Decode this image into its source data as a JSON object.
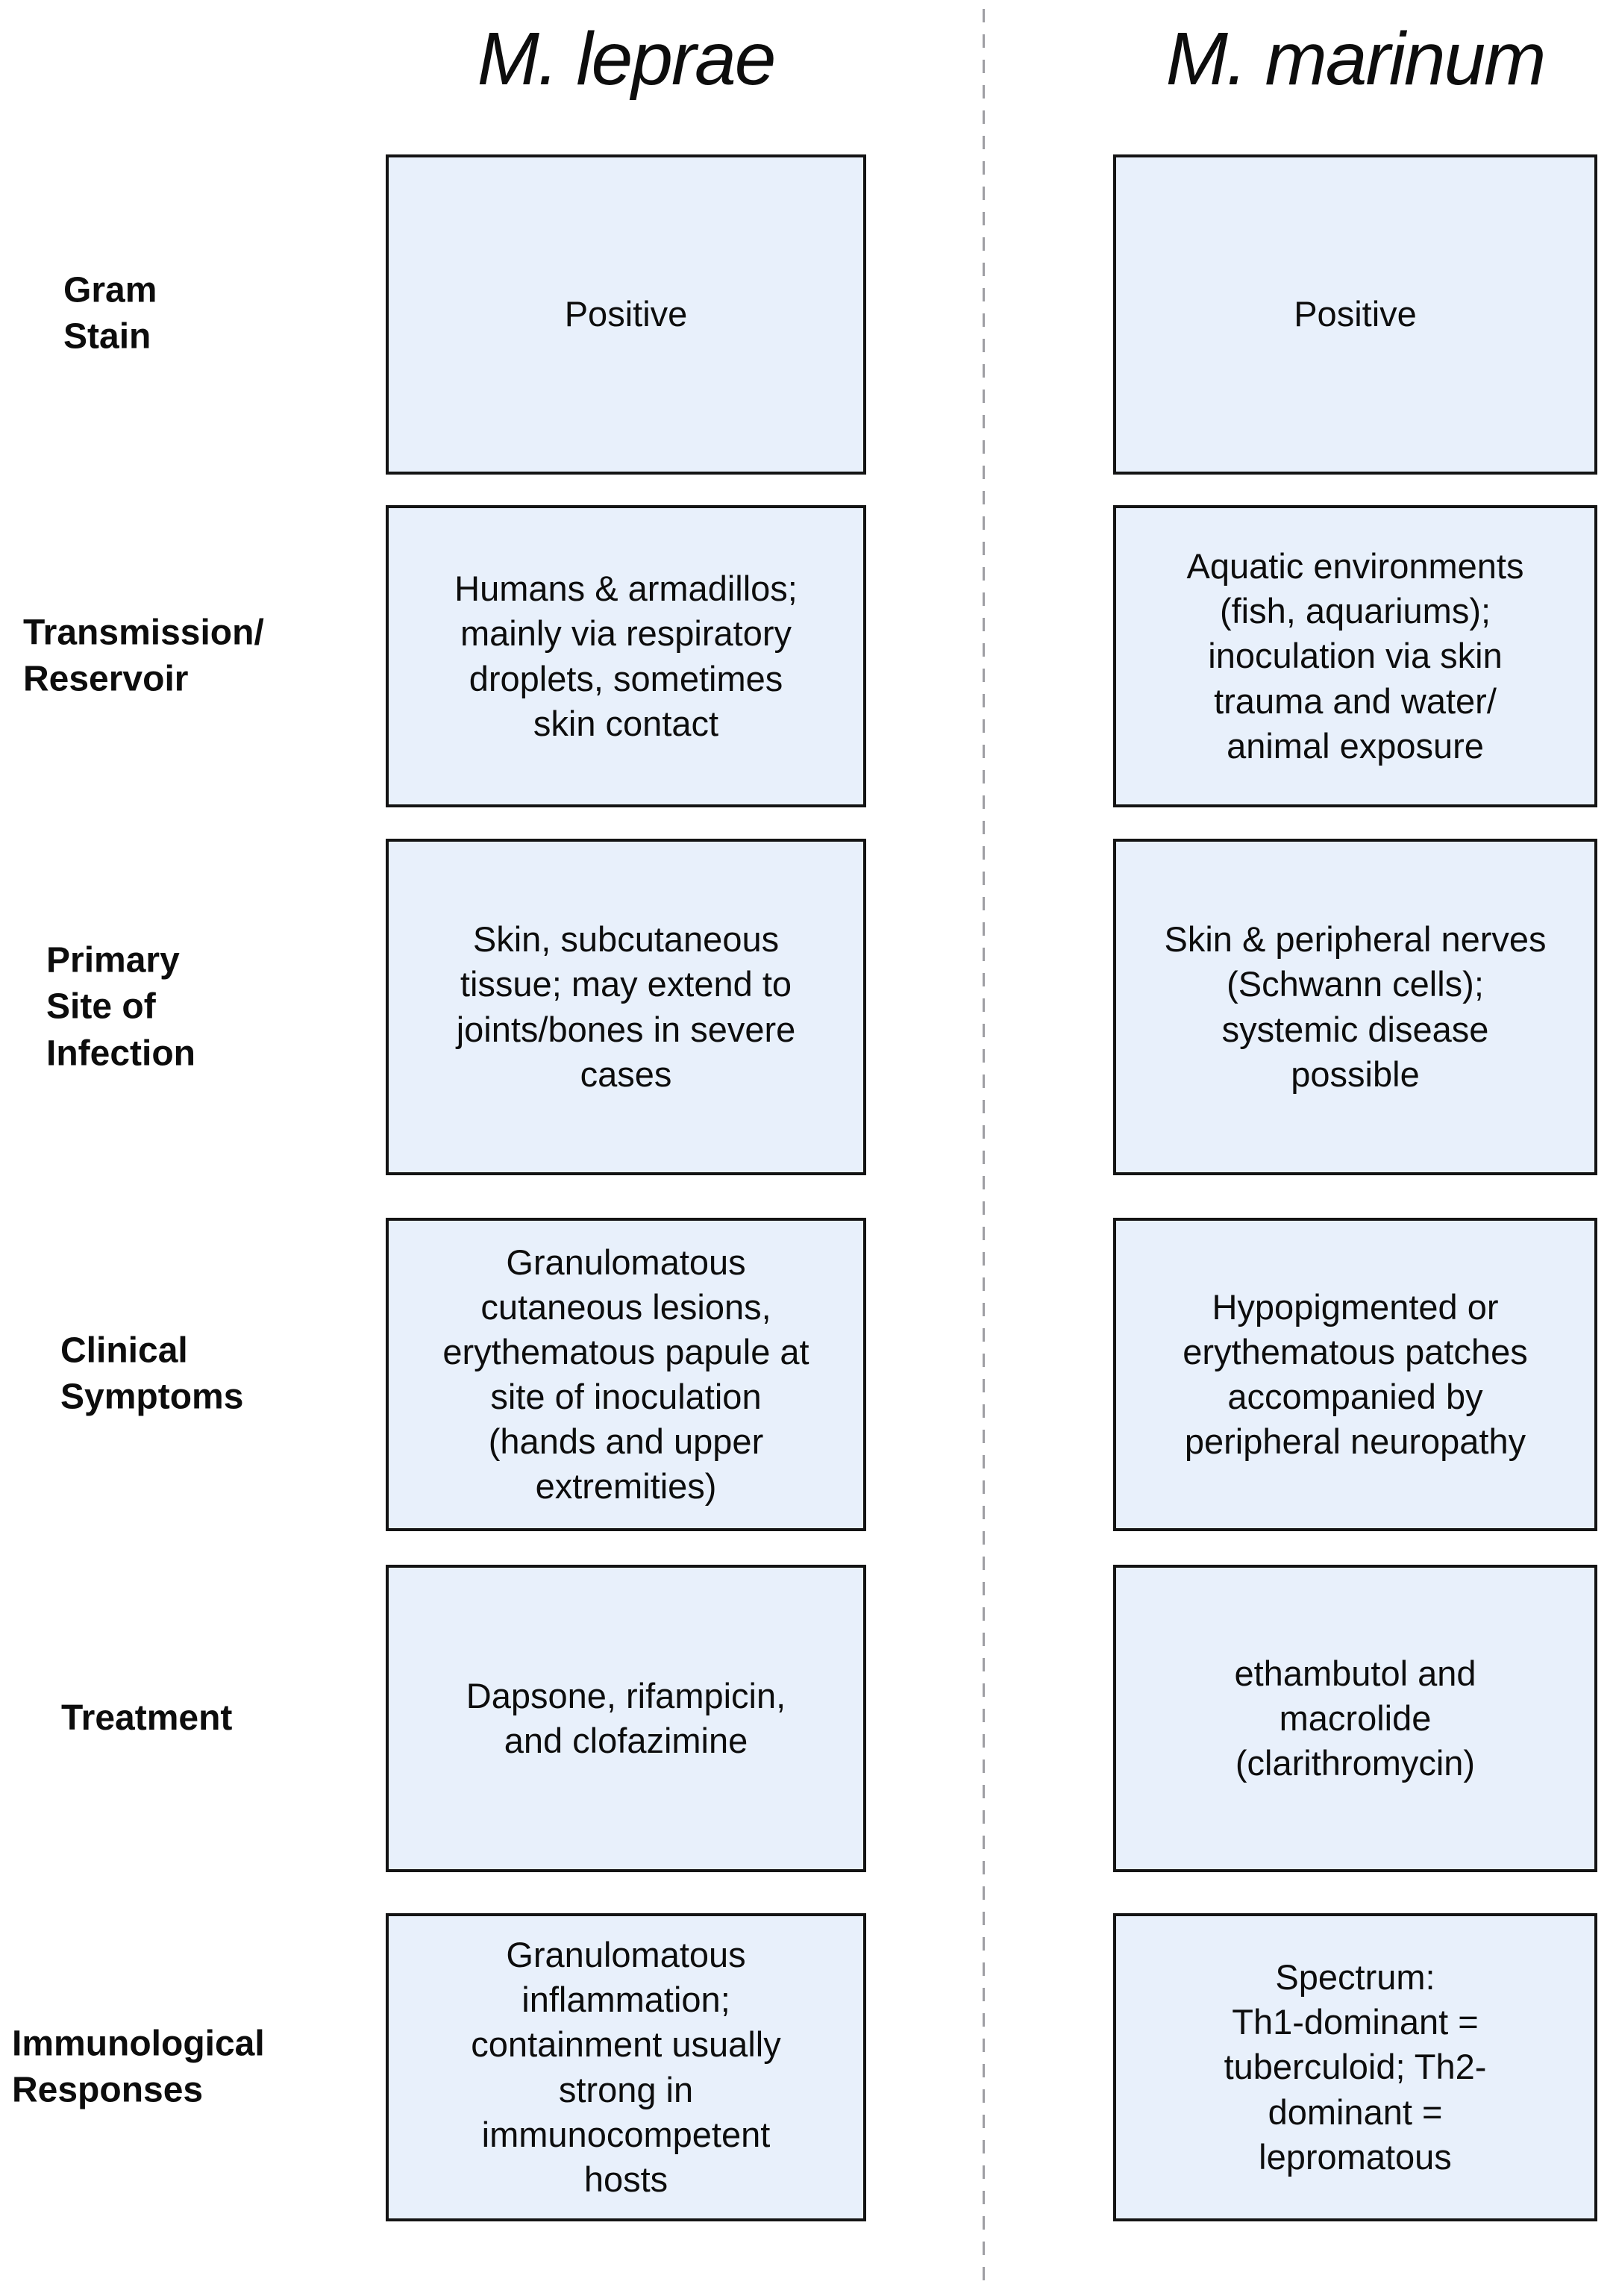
{
  "columns": {
    "leprae": "M. leprae",
    "marinum": "M. marinum"
  },
  "rows": [
    {
      "label": "Gram\nStain",
      "leprae": "Positive",
      "marinum": "Positive"
    },
    {
      "label": "Transmission/\nReservoir",
      "leprae": "Humans & armadillos;\nmainly via respiratory\ndroplets, sometimes\nskin contact",
      "marinum": "Aquatic environments\n(fish, aquariums);\ninoculation via skin\ntrauma and water/\nanimal exposure"
    },
    {
      "label": "Primary\nSite of\nInfection",
      "leprae": "Skin, subcutaneous\ntissue; may extend to\njoints/bones in severe\ncases",
      "marinum": "Skin & peripheral nerves\n(Schwann cells);\nsystemic disease\npossible"
    },
    {
      "label": "Clinical\nSymptoms",
      "leprae": "Granulomatous\ncutaneous lesions,\nerythematous papule at\nsite of inoculation\n(hands and upper\nextremities)",
      "marinum": "Hypopigmented or\nerythematous patches\naccompanied by\nperipheral neuropathy"
    },
    {
      "label": "Treatment",
      "leprae": "Dapsone, rifampicin,\nand clofazimine",
      "marinum": "ethambutol and\nmacrolide\n(clarithromycin)"
    },
    {
      "label": "Immunological\nResponses",
      "leprae": "Granulomatous\ninflammation;\ncontainment usually\nstrong in\nimmunocompetent\nhosts",
      "marinum": "Spectrum:\nTh1-dominant =\ntuberculoid; Th2-\ndominant =\nlepromatous"
    }
  ],
  "colors": {
    "box_fill": "#E8F0FB",
    "box_border": "#141414",
    "divider_dash": "#9E9EA3",
    "text": "#0D0D0D",
    "background": "#FFFFFF"
  }
}
